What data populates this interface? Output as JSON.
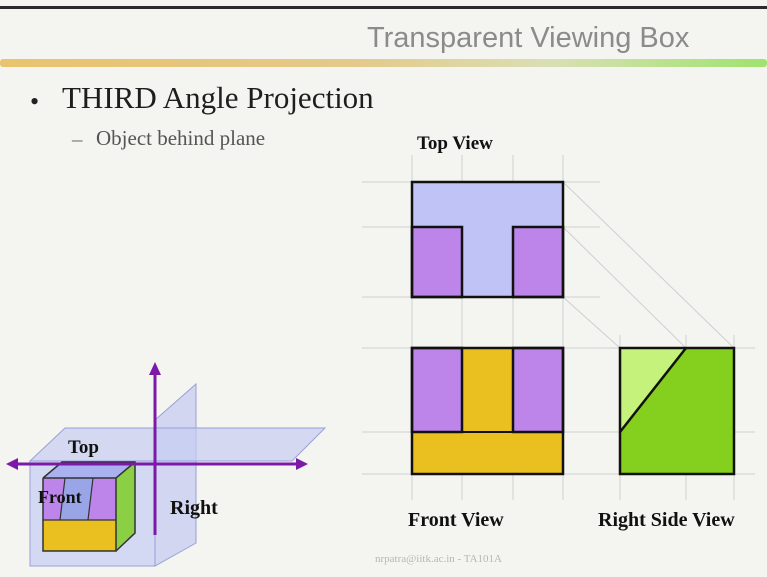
{
  "slide": {
    "title": "Transparent Viewing Box",
    "bullet": "THIRD Angle Projection",
    "sub_bullet": "Object behind plane",
    "footer": "nrpatra@iitk.ac.in - TA101A"
  },
  "views": {
    "top_view_label": "Top View",
    "front_view_label": "Front View",
    "right_side_view_label": "Right Side View"
  },
  "box_3d": {
    "top_label": "Top",
    "front_label": "Front",
    "right_label": "Right"
  },
  "colors": {
    "top_view_fill": "#bfc3f6",
    "cutout_purple": "#bd85ea",
    "front_yellow": "#e9c020",
    "right_green": "#85cf1e",
    "right_light_green": "#c4f27a",
    "axis_purple": "#7b1aa8"
  }
}
